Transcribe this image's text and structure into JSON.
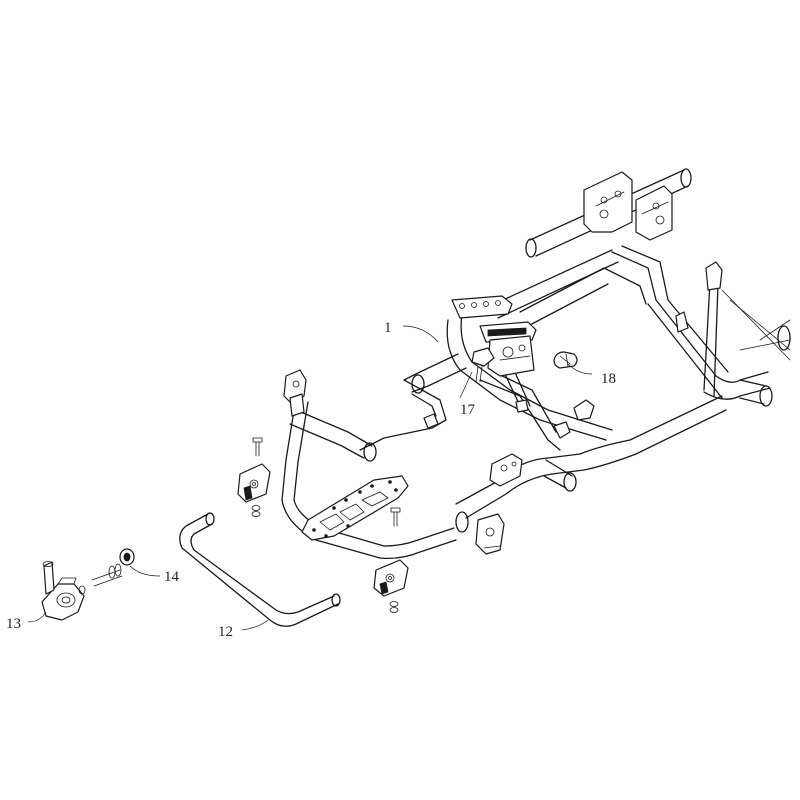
{
  "callouts": [
    {
      "id": "part-1",
      "number": "1"
    },
    {
      "id": "part-12",
      "number": "12"
    },
    {
      "id": "part-13",
      "number": "13"
    },
    {
      "id": "part-14",
      "number": "14"
    },
    {
      "id": "part-17",
      "number": "17"
    },
    {
      "id": "part-18",
      "number": "18"
    }
  ]
}
